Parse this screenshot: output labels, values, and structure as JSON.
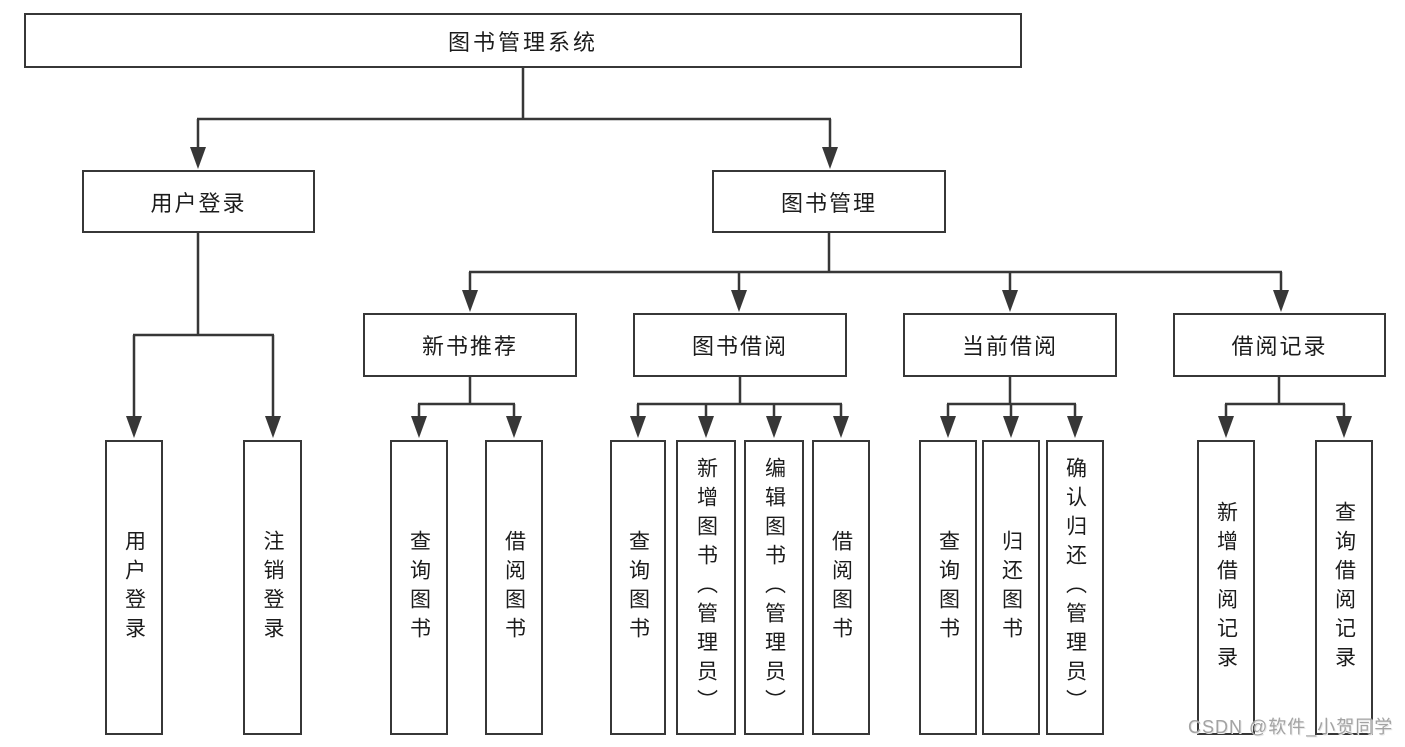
{
  "diagram_title": "图书管理系统",
  "nodes": {
    "root": {
      "label": "图书管理系统"
    },
    "userLogin": {
      "label": "用户登录"
    },
    "bookMgmt": {
      "label": "图书管理"
    },
    "newBookRec": {
      "label": "新书推荐"
    },
    "bookBorrow": {
      "label": "图书借阅"
    },
    "currentBorrow": {
      "label": "当前借阅"
    },
    "borrowRecord": {
      "label": "借阅记录"
    },
    "loginLeaf": {
      "label": "用户登录"
    },
    "logoutLeaf": {
      "label": "注销登录"
    },
    "queryBookA": {
      "label": "查询图书"
    },
    "borrowBookA": {
      "label": "借阅图书"
    },
    "queryBookB": {
      "label": "查询图书"
    },
    "addBook": {
      "label": "新增图书（管理员）"
    },
    "editBook": {
      "label": "编辑图书（管理员）"
    },
    "borrowBookB": {
      "label": "借阅图书"
    },
    "queryBookC": {
      "label": "查询图书"
    },
    "returnBook": {
      "label": "归还图书"
    },
    "confirmReturn": {
      "label": "确认归还（管理员）"
    },
    "addBorrowRecord": {
      "label": "新增借阅记录"
    },
    "queryBorrowRecord": {
      "label": "查询借阅记录"
    }
  },
  "watermark": {
    "text": "CSDN @软件_小贺同学"
  },
  "colors": {
    "line": "#373737",
    "text": "#1c1c1c",
    "watermark": "#a3a3a3",
    "background": "#ffffff"
  }
}
